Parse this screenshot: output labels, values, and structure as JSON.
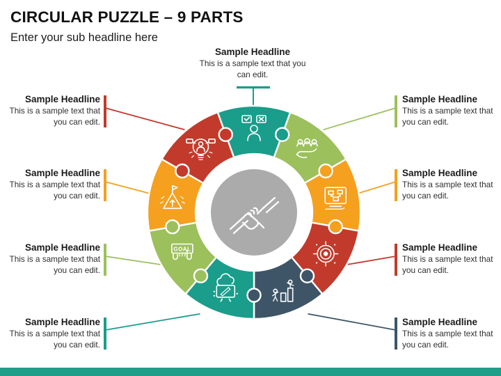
{
  "slide": {
    "title": "CIRCULAR PUZZLE – 9 PARTS",
    "subtitle": "Enter your sub headline here",
    "footer_bar_color": "#1F9E8A"
  },
  "callouts": {
    "items": [
      {
        "position": "top",
        "headline": "Sample Headline",
        "body": "This is a sample text that you can edit.",
        "accent_color": "#1A9D8B"
      },
      {
        "position": "right-1",
        "headline": "Sample Headline",
        "body": "This is a sample text that you can edit.",
        "accent_color": "#9CC05C"
      },
      {
        "position": "right-2",
        "headline": "Sample Headline",
        "body": "This is a sample text that you can edit.",
        "accent_color": "#F5A01F"
      },
      {
        "position": "right-3",
        "headline": "Sample Headline",
        "body": "This is a sample text that you can edit.",
        "accent_color": "#C23A2B"
      },
      {
        "position": "right-4",
        "headline": "Sample Headline",
        "body": "This is a sample text that you can edit.",
        "accent_color": "#3E5568"
      },
      {
        "position": "left-4",
        "headline": "Sample Headline",
        "body": "This is a sample text that you can edit.",
        "accent_color": "#1A9D8B"
      },
      {
        "position": "left-3",
        "headline": "Sample Headline",
        "body": "This is a sample text that you can edit.",
        "accent_color": "#9CC05C"
      },
      {
        "position": "left-2",
        "headline": "Sample Headline",
        "body": "This is a sample text that you can edit.",
        "accent_color": "#F5A01F"
      },
      {
        "position": "left-1",
        "headline": "Sample Headline",
        "body": "This is a sample text that you can edit.",
        "accent_color": "#C23A2B"
      }
    ]
  },
  "diagram": {
    "center": {
      "icon": "handshake-icon",
      "color": "#ABABAB"
    },
    "segments": [
      {
        "name": "decision",
        "icon": "decision-person-icon",
        "color": "#1A9D8B"
      },
      {
        "name": "team",
        "icon": "team-support-icon",
        "color": "#9CC05C"
      },
      {
        "name": "planning",
        "icon": "planning-monitor-icon",
        "color": "#F5A01F"
      },
      {
        "name": "target",
        "icon": "target-icon",
        "color": "#C23A2B"
      },
      {
        "name": "growth",
        "icon": "growth-chart-icon",
        "color": "#3E5568"
      },
      {
        "name": "cloud",
        "icon": "cloud-design-icon",
        "color": "#1A9D8B"
      },
      {
        "name": "goal",
        "icon": "goal-board-icon",
        "color": "#9CC05C",
        "label": "GOAL"
      },
      {
        "name": "mission",
        "icon": "mission-mountain-icon",
        "color": "#F5A01F"
      },
      {
        "name": "idea",
        "icon": "idea-person-icon",
        "color": "#C23A2B"
      }
    ]
  }
}
